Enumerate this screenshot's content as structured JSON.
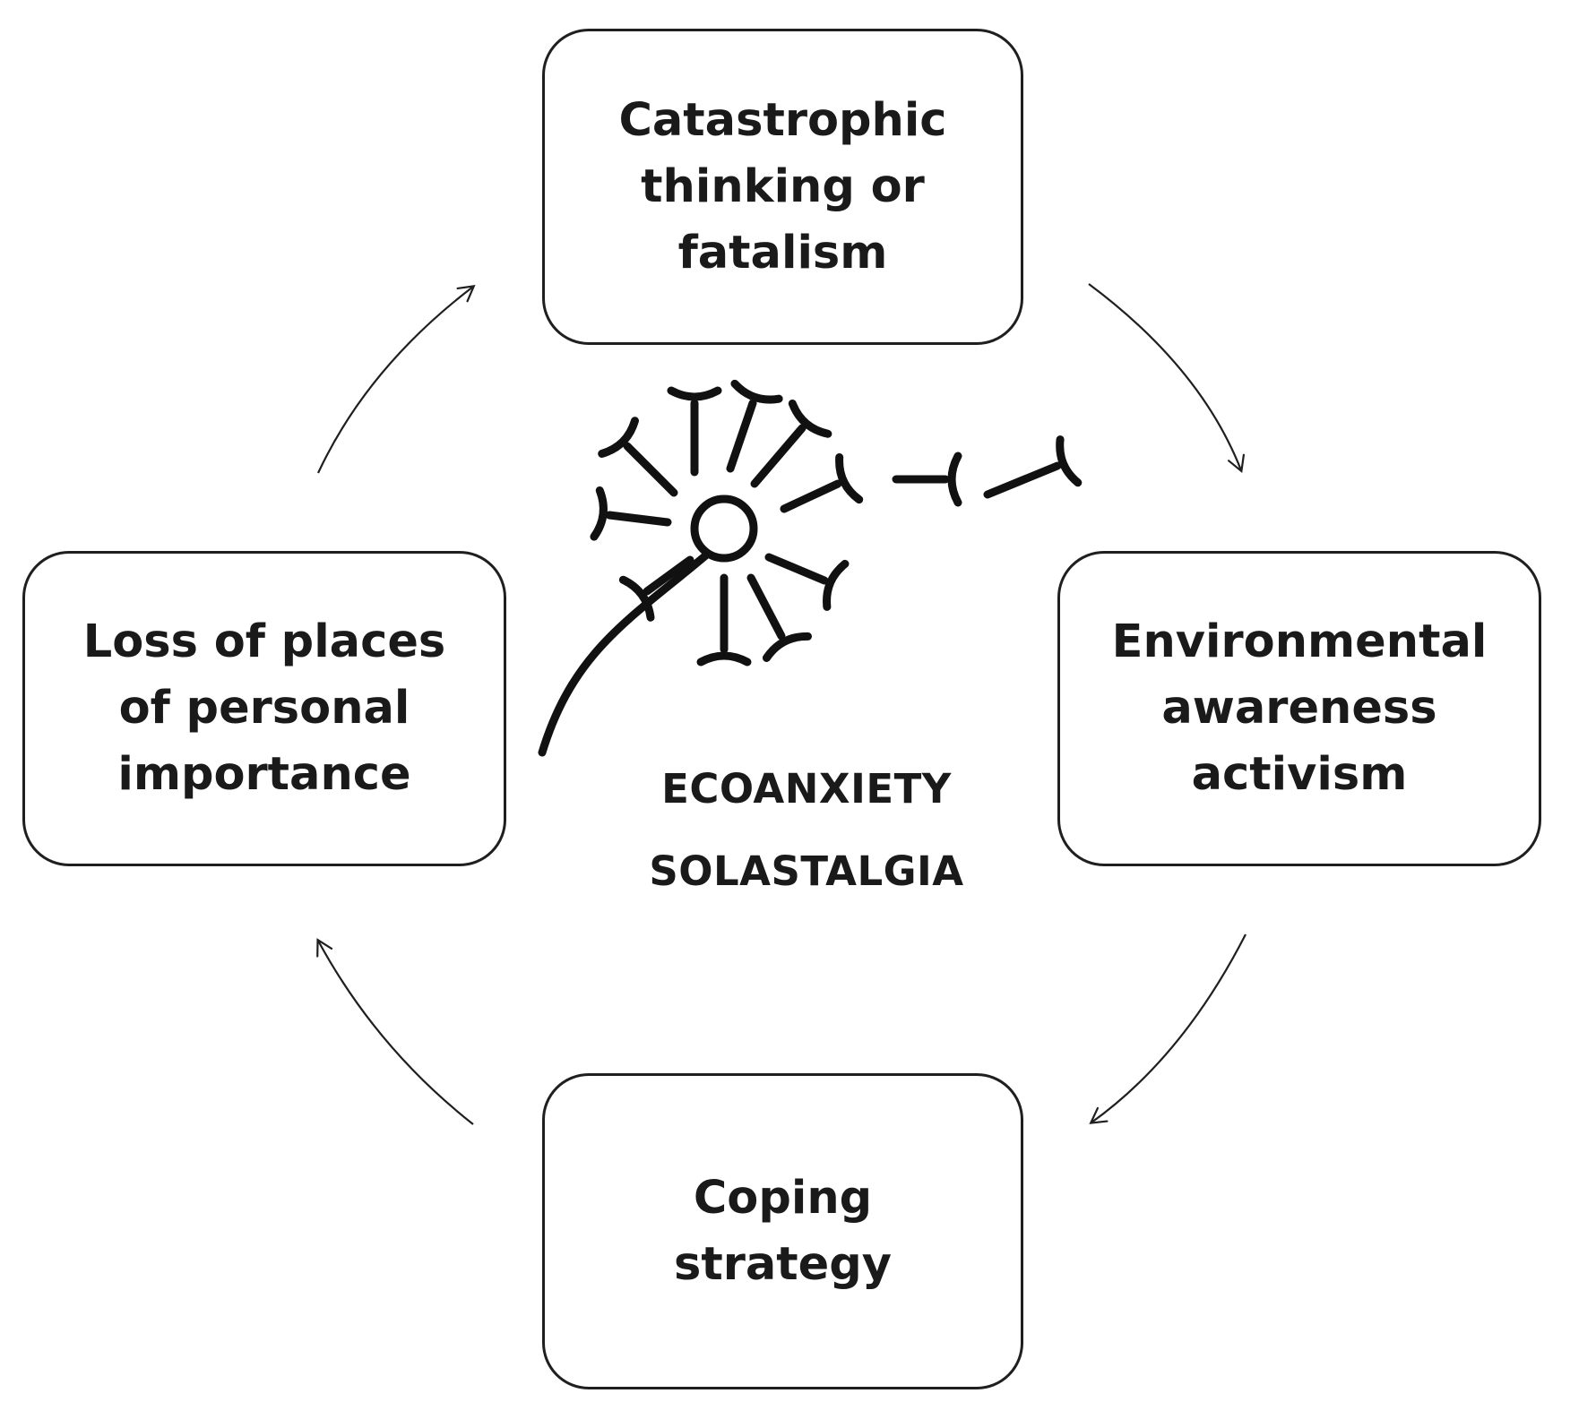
{
  "diagram": {
    "center": {
      "lines": [
        "ECOANXIETY",
        "SOLASTALGIA"
      ]
    },
    "nodes": {
      "top": {
        "lines": [
          "Catastrophic",
          "thinking or",
          "fatalism"
        ]
      },
      "right": {
        "lines": [
          "Environmental",
          "awareness",
          "activism"
        ]
      },
      "bottom": {
        "lines": [
          "Coping",
          "strategy"
        ]
      },
      "left": {
        "lines": [
          "Loss of places",
          "of personal",
          "importance"
        ]
      }
    },
    "colors": {
      "stroke": "#1f1f1f",
      "text": "#1a1a1a",
      "background": "#ffffff"
    },
    "center_icon": "dandelion-icon"
  }
}
